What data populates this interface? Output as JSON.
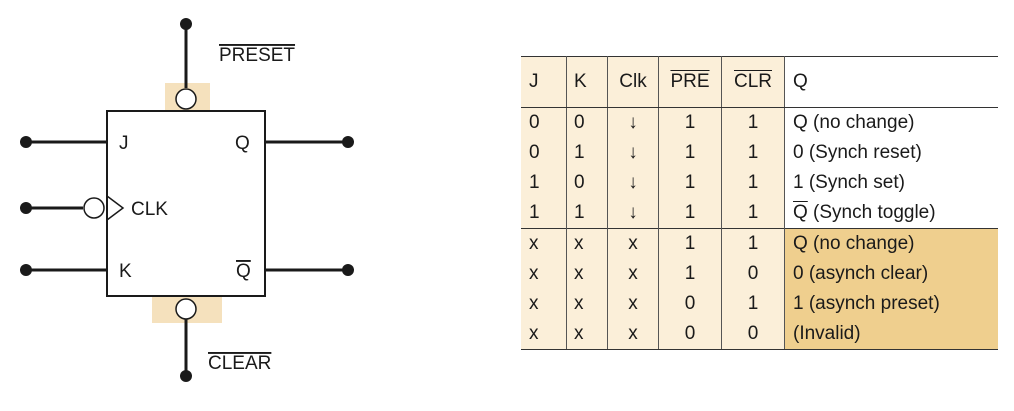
{
  "diagram": {
    "preset_label": "PRESET",
    "clear_label": "CLEAR",
    "j_label": "J",
    "k_label": "K",
    "clk_label": "CLK",
    "q_label": "Q",
    "qbar_label": "Q",
    "highlight_color": "#f5e1bd",
    "line_color": "#1a1a1a"
  },
  "table": {
    "headers": [
      "J",
      "K",
      "Clk",
      "PRE",
      "CLR",
      "Q"
    ],
    "rows": [
      [
        "0",
        "0",
        "↓",
        "1",
        "1",
        "Q (no change)"
      ],
      [
        "0",
        "1",
        "↓",
        "1",
        "1",
        "0 (Synch reset)"
      ],
      [
        "1",
        "0",
        "↓",
        "1",
        "1",
        "1 (Synch set)"
      ],
      [
        "1",
        "1",
        "↓",
        "1",
        "1",
        "Q (Synch toggle)"
      ],
      [
        "x",
        "x",
        "x",
        "1",
        "1",
        "Q (no change)"
      ],
      [
        "x",
        "x",
        "x",
        "1",
        "0",
        "0 (asynch clear)"
      ],
      [
        "x",
        "x",
        "x",
        "0",
        "1",
        "1 (asynch preset)"
      ],
      [
        "x",
        "x",
        "x",
        "0",
        "0",
        "(Invalid)"
      ]
    ],
    "row_fill": "#fbefd9",
    "async_q_fill": "#efcf8e"
  }
}
